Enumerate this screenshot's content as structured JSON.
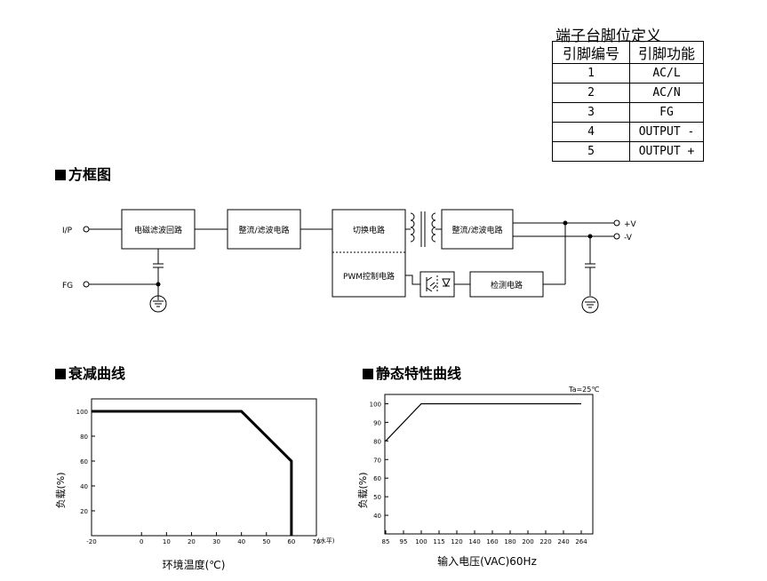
{
  "pin_table": {
    "title": "端子台脚位定义",
    "headers": [
      "引脚编号",
      "引脚功能"
    ],
    "rows": [
      {
        "pin": "1",
        "function": "AC/L"
      },
      {
        "pin": "2",
        "function": "AC/N"
      },
      {
        "pin": "3",
        "function": "FG"
      },
      {
        "pin": "4",
        "function": "OUTPUT -"
      },
      {
        "pin": "5",
        "function": "OUTPUT +"
      }
    ]
  },
  "block_diagram": {
    "title": "方框图",
    "input_label": "I/P",
    "fg_label": "FG",
    "blocks": {
      "emi_filter": "电磁滤波回路",
      "rectifier_filter": "整流/滤波电路",
      "switching": "切换电路",
      "pwm": "PWM控制电路",
      "output_rectifier": "整流/滤波电路",
      "detection": "检测电路"
    },
    "output_pos": "+V",
    "output_neg": "-V"
  },
  "derating": {
    "title": "衰减曲线",
    "xlabel": "环境温度(℃)",
    "ylabel": "负载(%)",
    "x_unit_note": "(水平)",
    "x_ticks": [
      "-20",
      "0",
      "10",
      "20",
      "30",
      "40",
      "50",
      "60",
      "70"
    ],
    "y_ticks": [
      "20",
      "40",
      "60",
      "80",
      "100"
    ]
  },
  "static": {
    "title": "静态特性曲线",
    "xlabel": "输入电压(VAC)60Hz",
    "ylabel": "负载(%)",
    "condition": "Ta=25℃",
    "x_ticks": [
      "85",
      "95",
      "100",
      "115",
      "120",
      "140",
      "160",
      "180",
      "200",
      "220",
      "240",
      "264"
    ],
    "y_ticks": [
      "40",
      "50",
      "60",
      "70",
      "80",
      "90",
      "100"
    ]
  },
  "chart_data": [
    {
      "type": "line",
      "x": [
        -20,
        40,
        60,
        60
      ],
      "y": [
        100,
        100,
        60,
        0
      ],
      "xlim": [
        -20,
        70
      ],
      "ylim": [
        0,
        110
      ]
    },
    {
      "type": "line",
      "x": [
        85,
        100,
        264
      ],
      "y": [
        80,
        100,
        100
      ],
      "xlim": [
        85,
        264
      ],
      "ylim": [
        30,
        105
      ]
    }
  ]
}
